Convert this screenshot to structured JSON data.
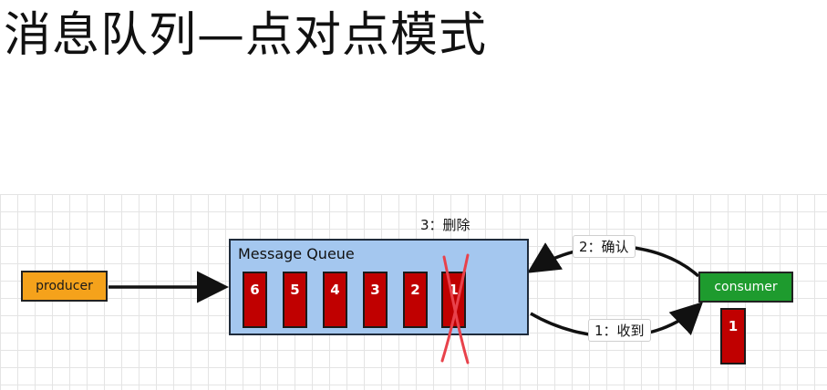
{
  "title": "消息队列—点对点模式",
  "producer": {
    "label": "producer"
  },
  "consumer": {
    "label": "consumer"
  },
  "queue": {
    "label": "Message Queue",
    "messages": [
      "6",
      "5",
      "4",
      "3",
      "2",
      "1"
    ]
  },
  "consumer_message": "1",
  "steps": {
    "receive": "1：收到",
    "ack": "2：确认",
    "delete": "3：删除"
  },
  "colors": {
    "producer": "#f5a21b",
    "consumer": "#1e9b2e",
    "queue": "#a4c7ef",
    "message": "#c00000",
    "deleted_mark": "#e8424b"
  }
}
